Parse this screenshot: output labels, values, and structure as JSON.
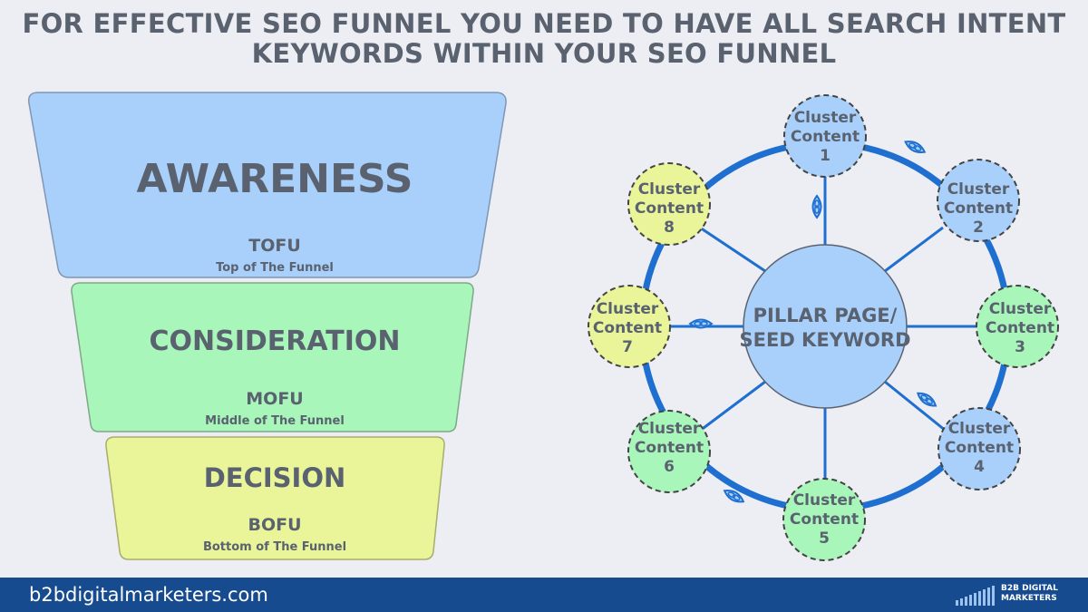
{
  "title": {
    "line1": "FOR EFFECTIVE SEO FUNNEL YOU NEED TO HAVE ALL SEARCH INTENT",
    "line2": "KEYWORDS WITHIN YOUR SEO FUNNEL"
  },
  "funnel": [
    {
      "name": "AWARENESS",
      "abbr": "TOFU",
      "desc": "Top of The Funnel",
      "color": "#a9d0fb"
    },
    {
      "name": "CONSIDERATION",
      "abbr": "MOFU",
      "desc": "Middle of The Funnel",
      "color": "#a8f6b9"
    },
    {
      "name": "DECISION",
      "abbr": "BOFU",
      "desc": "Bottom of The Funnel",
      "color": "#eaf59a"
    }
  ],
  "pillar": {
    "line1": "PILLAR PAGE/",
    "line2": "SEED KEYWORD"
  },
  "clusters": [
    {
      "line1": "Cluster",
      "line2": "Content",
      "number": "1",
      "color": "#a9d0fb"
    },
    {
      "line1": "Cluster",
      "line2": "Content",
      "number": "2",
      "color": "#a9d0fb"
    },
    {
      "line1": "Cluster",
      "line2": "Content",
      "number": "3",
      "color": "#a8f6b9"
    },
    {
      "line1": "Cluster",
      "line2": "Content",
      "number": "4",
      "color": "#a9d0fb"
    },
    {
      "line1": "Cluster",
      "line2": "Content",
      "number": "5",
      "color": "#a8f6b9"
    },
    {
      "line1": "Cluster",
      "line2": "Content",
      "number": "6",
      "color": "#a8f6b9"
    },
    {
      "line1": "Cluster",
      "line2": "Content",
      "number": "7",
      "color": "#eaf59a"
    },
    {
      "line1": "Cluster",
      "line2": "Content",
      "number": "8",
      "color": "#eaf59a"
    }
  ],
  "colors": {
    "ring": "#1e6fd0",
    "text": "#5a6270",
    "footer": "#174b8f"
  },
  "footer": {
    "url": "b2bdigitalmarketers.com",
    "brand_line1": "B2B DIGITAL",
    "brand_line2": "MARKETERS"
  }
}
